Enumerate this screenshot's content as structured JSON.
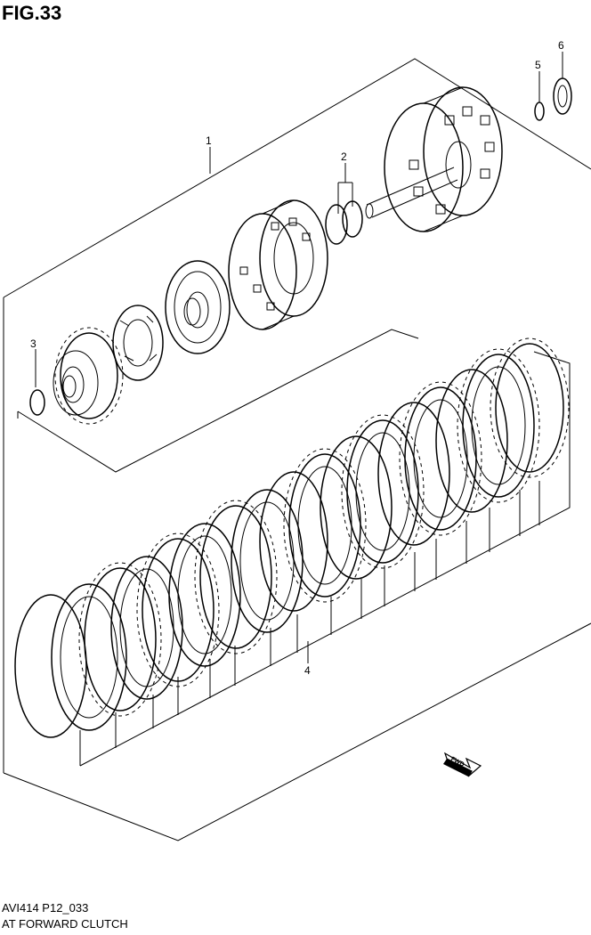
{
  "figure": {
    "title": "FIG.33",
    "code": "AVI414 P12_033",
    "name": "AT FORWARD CLUTCH",
    "fwd_label": "FWD"
  },
  "callouts": [
    "1",
    "2",
    "3",
    "4",
    "5",
    "6"
  ],
  "icons": {
    "fwd_arrow": "fwd-arrow-icon"
  }
}
